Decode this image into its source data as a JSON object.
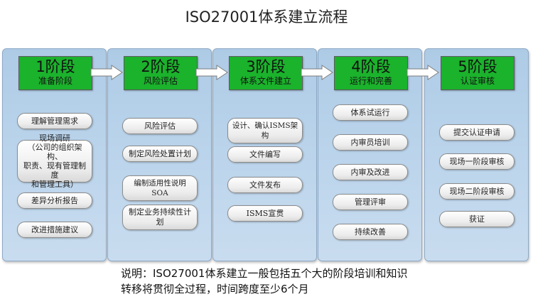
{
  "title": "ISO27001体系建立流程",
  "phases": [
    {
      "num": "1阶段",
      "name": "准备阶段",
      "steps": [
        "理解管理需求",
        "现场调研\n（公司的组织架构、职责、现有管理制度和管理工具）",
        "差异分析报告",
        "改进措施建议"
      ]
    },
    {
      "num": "2阶段",
      "name": "风险评估",
      "steps": [
        "风险评估",
        "制定风险处置计划",
        "编制适用性说明SOA",
        "制定业务持续性计划"
      ]
    },
    {
      "num": "3阶段",
      "name": "体系文件建立",
      "steps": [
        "设计、确认ISMS架构",
        "文件编写",
        "文件发布",
        "ISMS宣贯"
      ]
    },
    {
      "num": "4阶段",
      "name": "运行和完善",
      "steps": [
        "体系试运行",
        "内审员培训",
        "内审及改进",
        "管理评审",
        "持续改善"
      ]
    },
    {
      "num": "5阶段",
      "name": "认证审核",
      "steps": [
        "提交认证申请",
        "现场一阶段审核",
        "现场二阶段审核",
        "获证"
      ]
    }
  ],
  "note": {
    "line1": "说明：ISO27001体系建立一般包括五个大的阶段培训和知识",
    "line2": "转移将贯彻全过程，时间跨度至少6个月"
  }
}
